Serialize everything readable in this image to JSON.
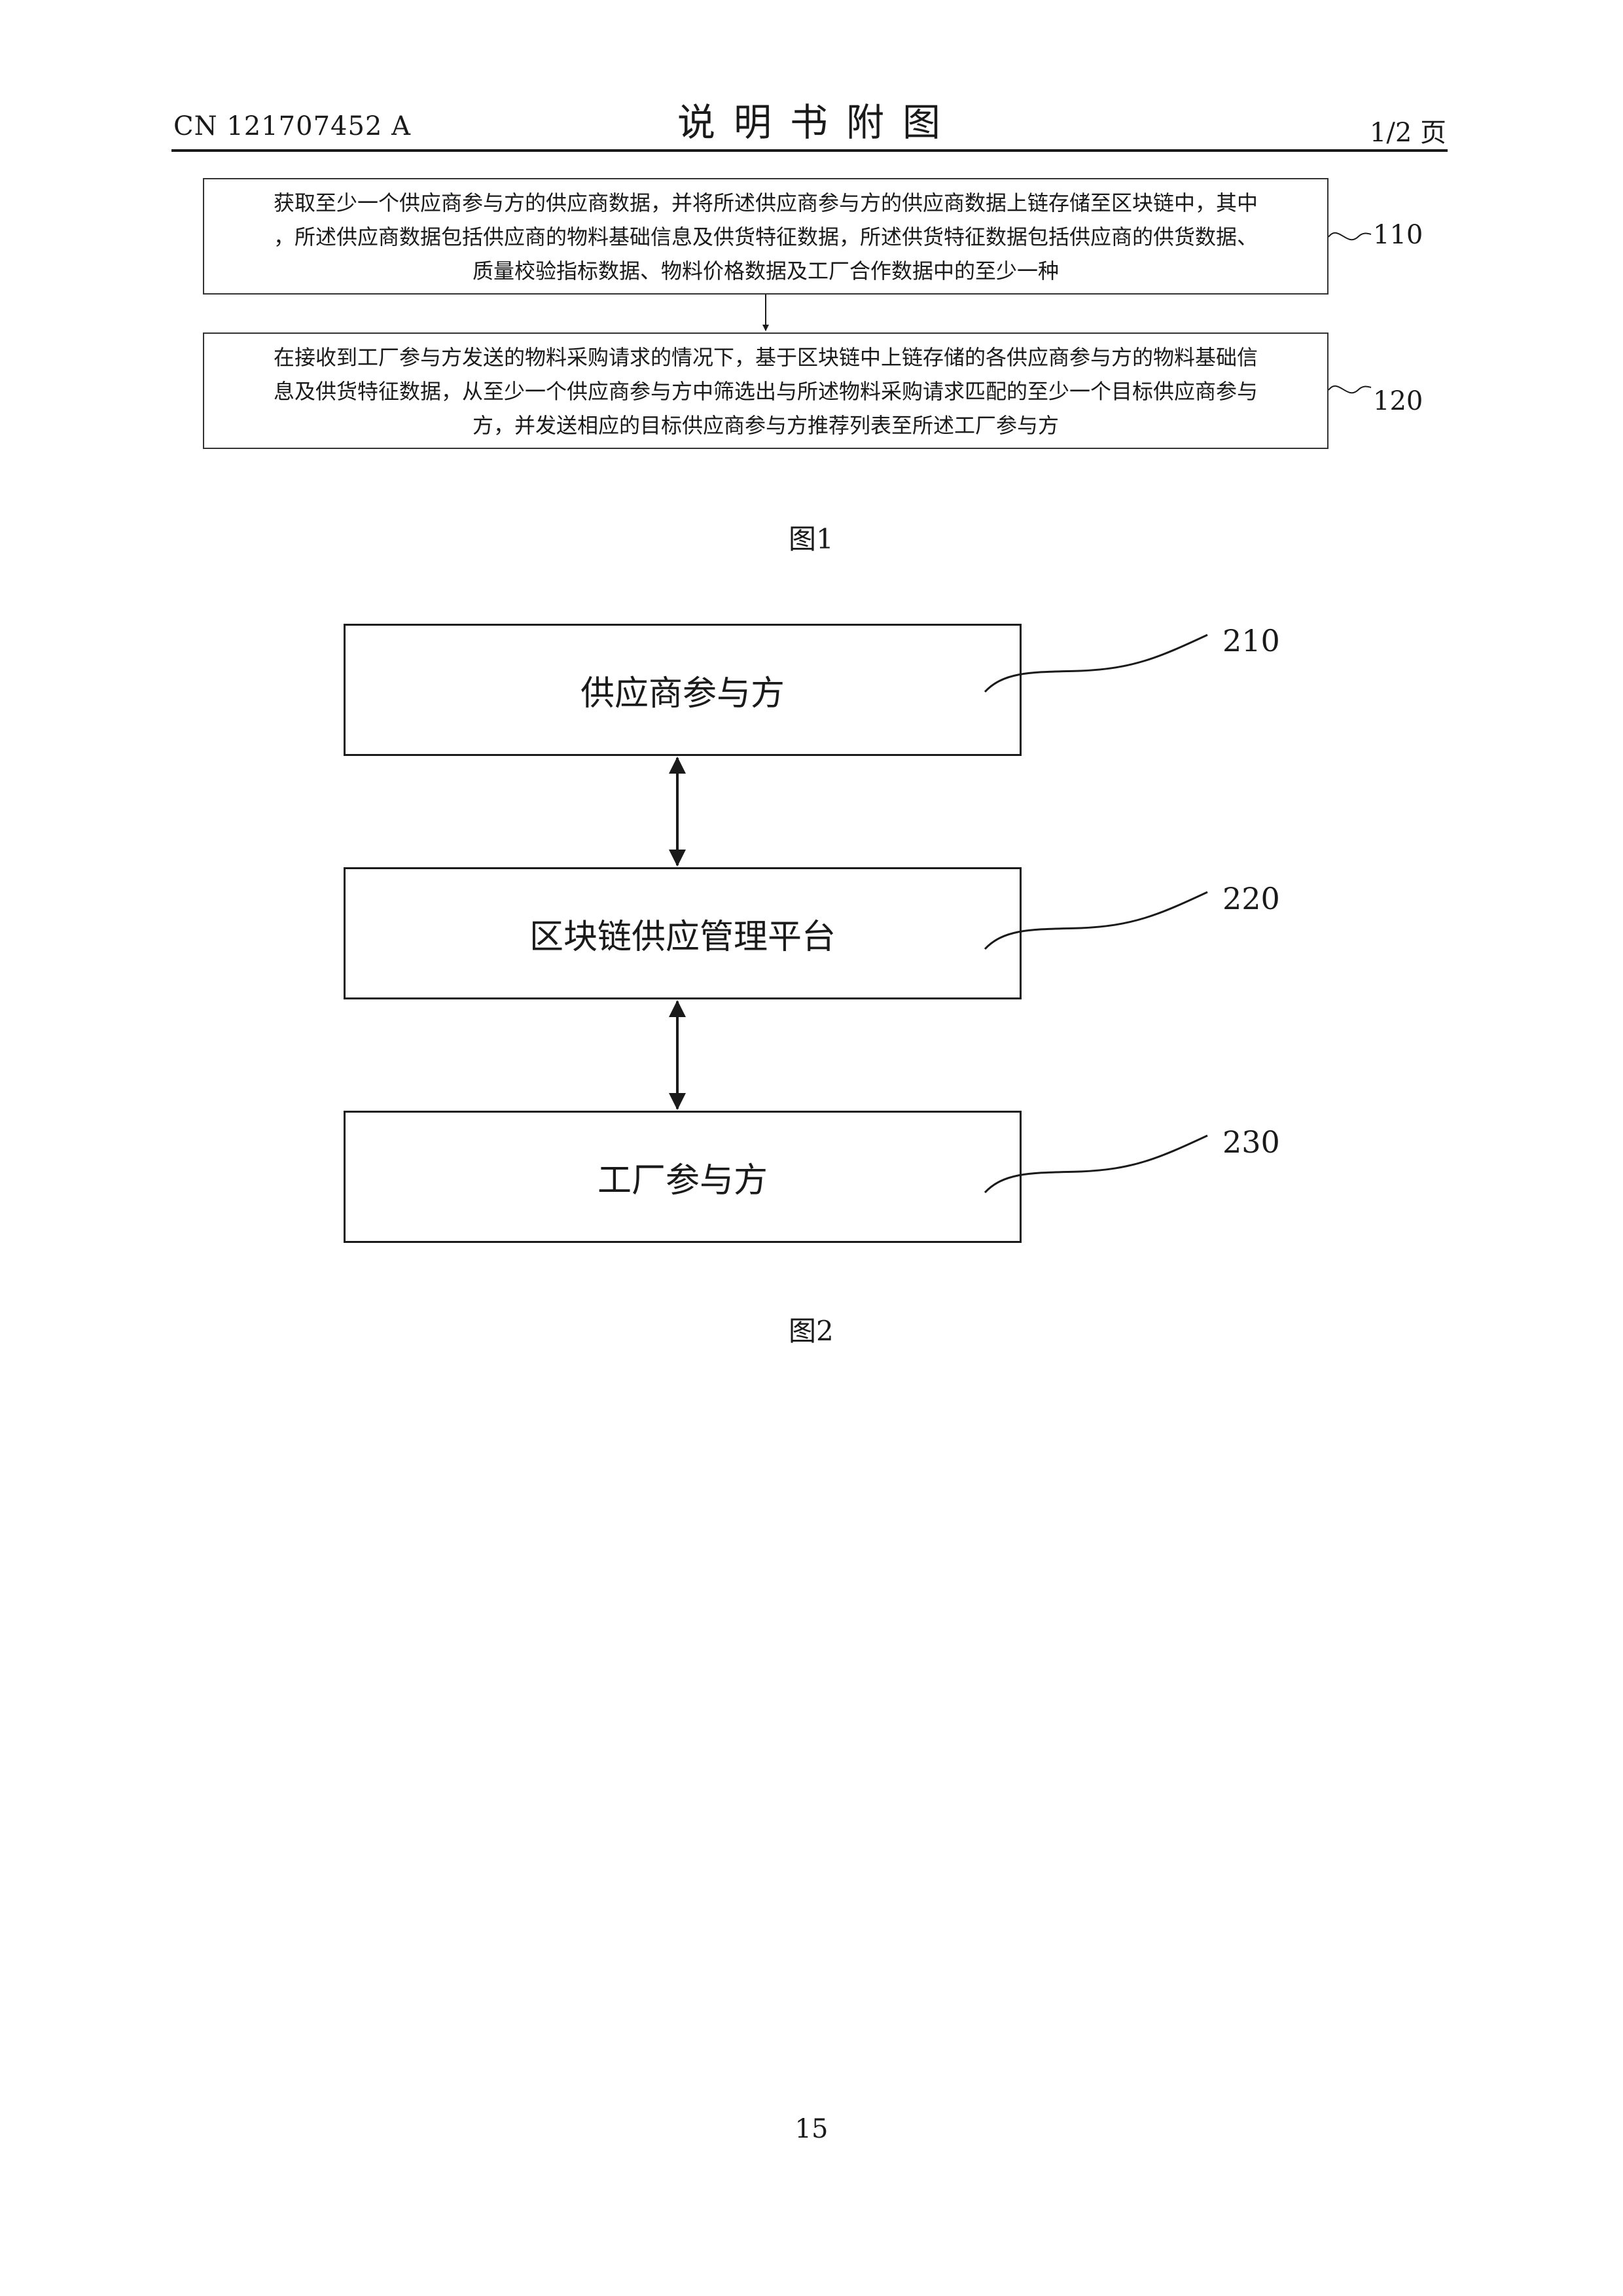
{
  "header": {
    "doc_number": "CN 121707452 A",
    "title": "说明书附图",
    "page_indicator": "1/2 页"
  },
  "figure1": {
    "steps": [
      {
        "ref": "110",
        "lines": [
          "获取至少一个供应商参与方的供应商数据，并将所述供应商参与方的供应商数据上链存储至区块链中，其中",
          "，所述供应商数据包括供应商的物料基础信息及供货特征数据，所述供货特征数据包括供应商的供货数据、",
          "质量校验指标数据、物料价格数据及工厂合作数据中的至少一种"
        ]
      },
      {
        "ref": "120",
        "lines": [
          "在接收到工厂参与方发送的物料采购请求的情况下，基于区块链中上链存储的各供应商参与方的物料基础信",
          "息及供货特征数据，从至少一个供应商参与方中筛选出与所述物料采购请求匹配的至少一个目标供应商参与",
          "方，并发送相应的目标供应商参与方推荐列表至所述工厂参与方"
        ]
      }
    ],
    "caption": "图1"
  },
  "figure2": {
    "blocks": [
      {
        "ref": "210",
        "label": "供应商参与方"
      },
      {
        "ref": "220",
        "label": "区块链供应管理平台"
      },
      {
        "ref": "230",
        "label": "工厂参与方"
      }
    ],
    "caption": "图2"
  },
  "footer": {
    "page_number": "15"
  }
}
